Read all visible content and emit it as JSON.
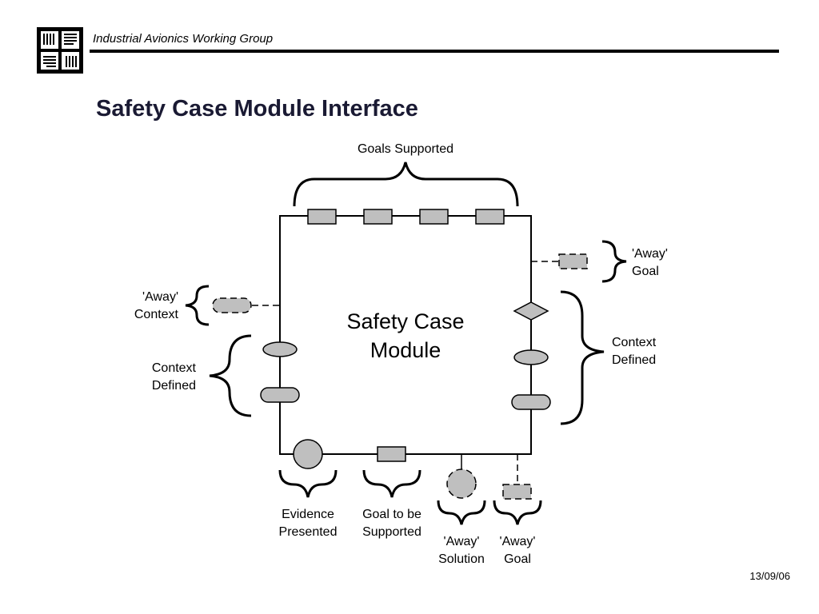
{
  "header": {
    "org": "Industrial Avionics Working Group"
  },
  "title": "Safety Case Module Interface",
  "diagram": {
    "module_label_line1": "Safety Case",
    "module_label_line2": "Module",
    "goals_supported": "Goals Supported",
    "away_goal_right_line1": "'Away'",
    "away_goal_right_line2": "Goal",
    "away_context_line1": "'Away'",
    "away_context_line2": "Context",
    "context_defined_left_line1": "Context",
    "context_defined_left_line2": "Defined",
    "context_defined_right_line1": "Context",
    "context_defined_right_line2": "Defined",
    "evidence_line1": "Evidence",
    "evidence_line2": "Presented",
    "goal_to_be_line1": "Goal to be",
    "goal_to_be_line2": "Supported",
    "away_solution_line1": "'Away'",
    "away_solution_line2": "Solution",
    "away_goal_bottom_line1": "'Away'",
    "away_goal_bottom_line2": "Goal"
  },
  "footer": {
    "date": "13/09/06"
  },
  "colors": {
    "shape_fill": "#bfbfbf",
    "title": "#1a1a33"
  }
}
